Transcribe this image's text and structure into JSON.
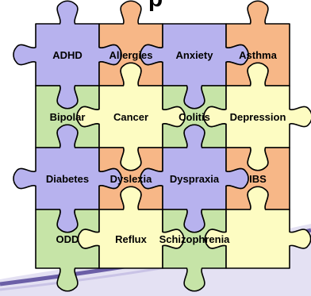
{
  "colors": {
    "purple": "#b7b2ee",
    "orange": "#f7b787",
    "green": "#c6e4a7",
    "cream": "#fdfcc2",
    "outline": "#000000",
    "swoosh": "#6b5fa7",
    "swoosh_light": "#c9c3e6"
  },
  "title_fragment": "p",
  "pieces": [
    {
      "row": 0,
      "col": 0,
      "label": "ADHD",
      "color": "purple"
    },
    {
      "row": 0,
      "col": 1,
      "label": "Allergies",
      "color": "orange"
    },
    {
      "row": 0,
      "col": 2,
      "label": "Anxiety",
      "color": "purple"
    },
    {
      "row": 0,
      "col": 3,
      "label": "Asthma",
      "color": "orange"
    },
    {
      "row": 1,
      "col": 0,
      "label": "Bipolar",
      "color": "green"
    },
    {
      "row": 1,
      "col": 1,
      "label": "Cancer",
      "color": "cream"
    },
    {
      "row": 1,
      "col": 2,
      "label": "Colitis",
      "color": "green"
    },
    {
      "row": 1,
      "col": 3,
      "label": "Depression",
      "color": "cream"
    },
    {
      "row": 2,
      "col": 0,
      "label": "Diabetes",
      "color": "purple"
    },
    {
      "row": 2,
      "col": 1,
      "label": "Dyslexia",
      "color": "orange"
    },
    {
      "row": 2,
      "col": 2,
      "label": "Dyspraxia",
      "color": "purple"
    },
    {
      "row": 2,
      "col": 3,
      "label": "IBS",
      "color": "orange"
    },
    {
      "row": 3,
      "col": 0,
      "label": "ODD",
      "color": "green"
    },
    {
      "row": 3,
      "col": 1,
      "label": "Reflux",
      "color": "cream"
    },
    {
      "row": 3,
      "col": 2,
      "label": "Schizophrenia",
      "color": "green"
    },
    {
      "row": 3,
      "col": 3,
      "label": "",
      "color": "cream"
    }
  ]
}
